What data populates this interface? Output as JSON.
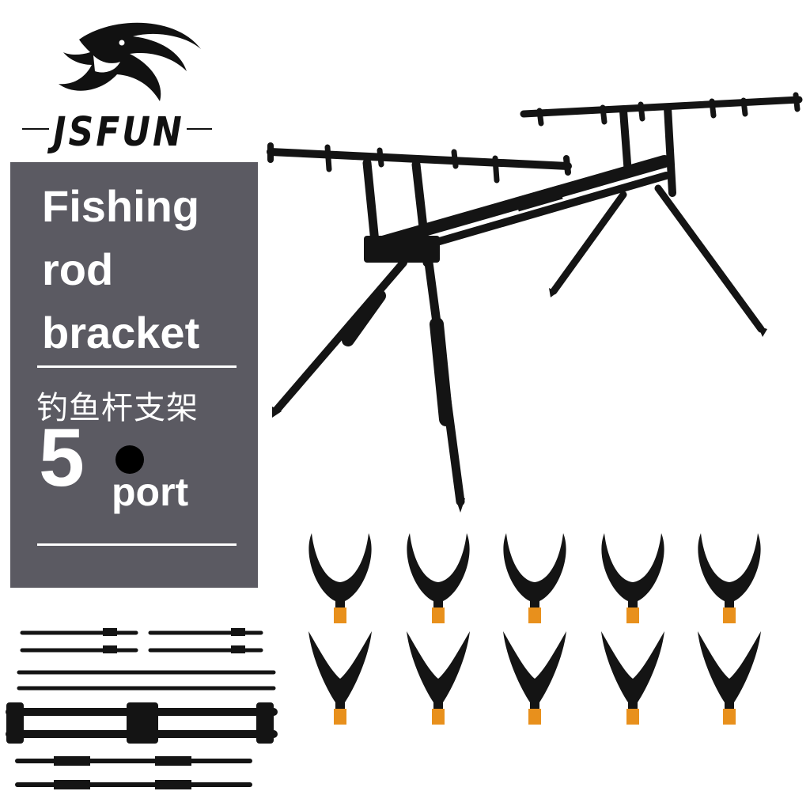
{
  "brand": {
    "name": "JSFUN"
  },
  "panel": {
    "title_lines": [
      "Fishing",
      "rod",
      "bracket"
    ],
    "chinese_title": "钓鱼杆支架",
    "port_count": "5",
    "port_label": "port"
  },
  "colors": {
    "panel_bg": "#5b5a62",
    "panel_text": "#ffffff",
    "metal": "#141414",
    "screw_accent": "#e8901c"
  },
  "icons": {
    "logo": "fish-head-logo-icon",
    "bullet": "black-dot-icon"
  }
}
